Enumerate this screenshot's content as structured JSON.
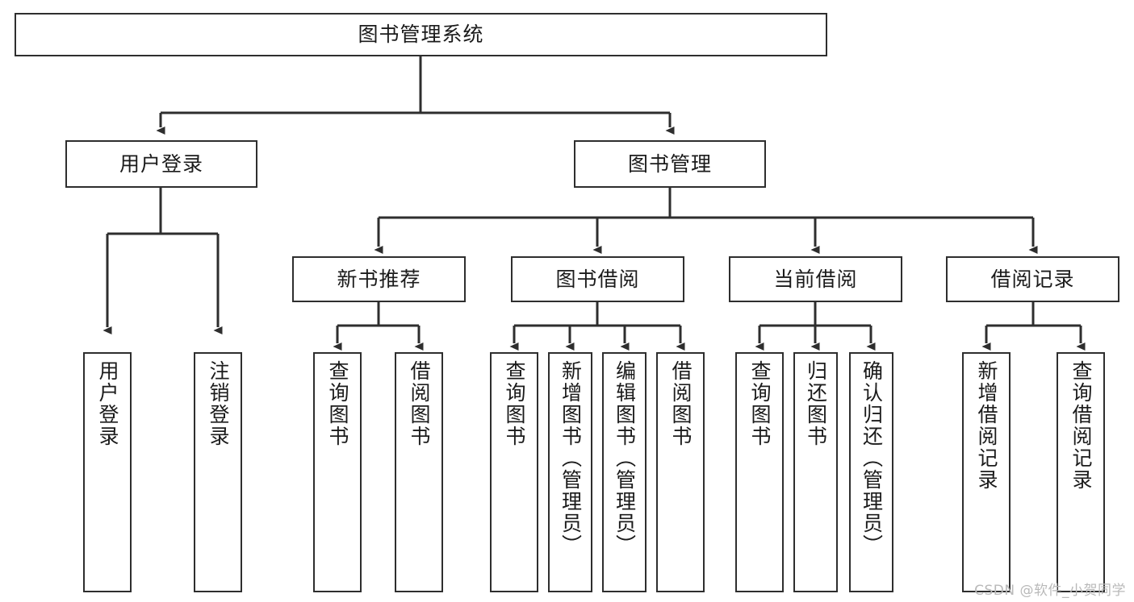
{
  "diagram": {
    "title": "图书管理系统",
    "type": "tree",
    "orientation": "top-down",
    "colors": {
      "background": "#ffffff",
      "node_border": "#2e2e2e",
      "node_fill": "#ffffff",
      "connector": "#2e2e2e",
      "text": "#1b1b1b",
      "watermark": "#b9b9b9"
    },
    "root": {
      "id": "root",
      "label": "图书管理系统",
      "text_direction": "horizontal"
    },
    "level2": [
      {
        "id": "user-login",
        "label": "用户登录",
        "text_direction": "horizontal"
      },
      {
        "id": "book-manage",
        "label": "图书管理",
        "text_direction": "horizontal"
      }
    ],
    "level3": [
      {
        "id": "new-book-recommend",
        "label": "新书推荐",
        "parent": "book-manage",
        "text_direction": "horizontal"
      },
      {
        "id": "book-borrow",
        "label": "图书借阅",
        "parent": "book-manage",
        "text_direction": "horizontal"
      },
      {
        "id": "current-borrow",
        "label": "当前借阅",
        "parent": "book-manage",
        "text_direction": "horizontal"
      },
      {
        "id": "borrow-record",
        "label": "借阅记录",
        "parent": "book-manage",
        "text_direction": "horizontal"
      }
    ],
    "leaves": [
      {
        "id": "leaf-user-login",
        "label": "用户登录",
        "parent": "user-login",
        "text_direction": "vertical"
      },
      {
        "id": "leaf-logout",
        "label": "注销登录",
        "parent": "user-login",
        "text_direction": "vertical"
      },
      {
        "id": "leaf-query-book-recommend",
        "label": "查询图书",
        "parent": "new-book-recommend",
        "text_direction": "vertical"
      },
      {
        "id": "leaf-borrow-book-recommend",
        "label": "借阅图书",
        "parent": "new-book-recommend",
        "text_direction": "vertical"
      },
      {
        "id": "leaf-query-book-borrow",
        "label": "查询图书",
        "parent": "book-borrow",
        "text_direction": "vertical"
      },
      {
        "id": "leaf-add-book",
        "label": "新增图书（管理员）",
        "parent": "book-borrow",
        "text_direction": "vertical"
      },
      {
        "id": "leaf-edit-book",
        "label": "编辑图书（管理员）",
        "parent": "book-borrow",
        "text_direction": "vertical"
      },
      {
        "id": "leaf-borrow-book",
        "label": "借阅图书",
        "parent": "book-borrow",
        "text_direction": "vertical"
      },
      {
        "id": "leaf-query-book-current",
        "label": "查询图书",
        "parent": "current-borrow",
        "text_direction": "vertical"
      },
      {
        "id": "leaf-return-book",
        "label": "归还图书",
        "parent": "current-borrow",
        "text_direction": "vertical"
      },
      {
        "id": "leaf-confirm-return",
        "label": "确认归还（管理员）",
        "parent": "current-borrow",
        "text_direction": "vertical"
      },
      {
        "id": "leaf-add-record",
        "label": "新增借阅记录",
        "parent": "borrow-record",
        "text_direction": "vertical"
      },
      {
        "id": "leaf-query-record",
        "label": "查询借阅记录",
        "parent": "borrow-record",
        "text_direction": "vertical"
      }
    ],
    "watermark": "CSDN @软件_小贺同学"
  }
}
